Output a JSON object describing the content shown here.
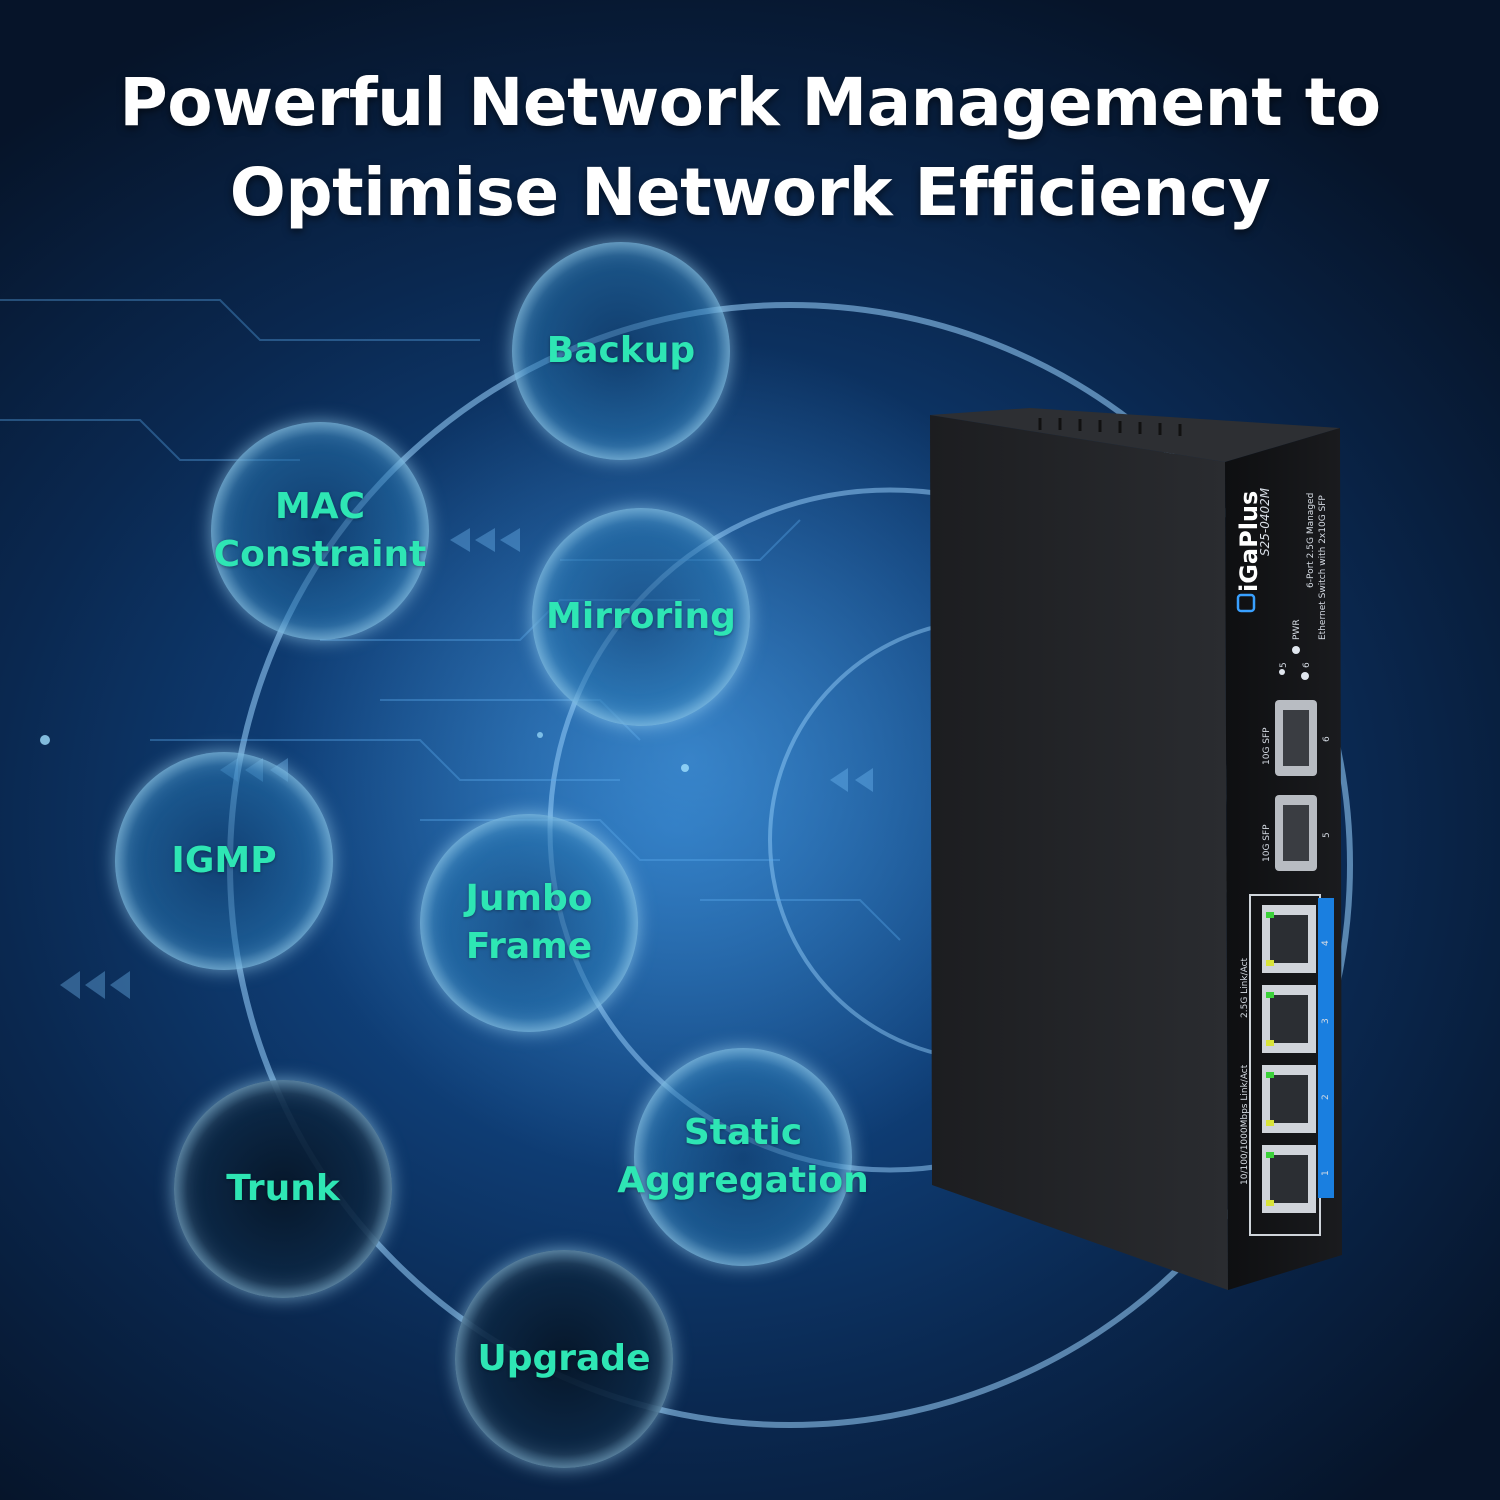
{
  "headline": {
    "line1": "Powerful Network Management to",
    "line2": "Optimise Network Efficiency"
  },
  "features": [
    {
      "label": "Backup"
    },
    {
      "label": "MAC\nConstraint"
    },
    {
      "label": "Mirroring"
    },
    {
      "label": "IGMP"
    },
    {
      "label": "Jumbo\nFrame"
    },
    {
      "label": "Trunk"
    },
    {
      "label": "Static\nAggregation"
    },
    {
      "label": "Upgrade"
    }
  ],
  "device": {
    "brand": "iGaPlus",
    "model": "S25-0402M",
    "description_line1": "6-Port 2.5G Managed",
    "description_line2": "Ethernet Switch with 2x10G SFP",
    "led_pwr": "PWR",
    "led_5": "5",
    "led_6": "6",
    "sfp_label_a": "10G SFP",
    "sfp_label_b": "10G SFP",
    "sfp_num_a": "6",
    "sfp_num_b": "5",
    "legend_1": "10/100/1000Mbps Link/Act",
    "legend_2": "2.5G Link/Act",
    "port_numbers": [
      "4",
      "3",
      "2",
      "1"
    ]
  },
  "colors": {
    "feature_text": "#2ee6b4",
    "headline_text": "#ffffff",
    "port_strip": "#1a7fe0"
  }
}
